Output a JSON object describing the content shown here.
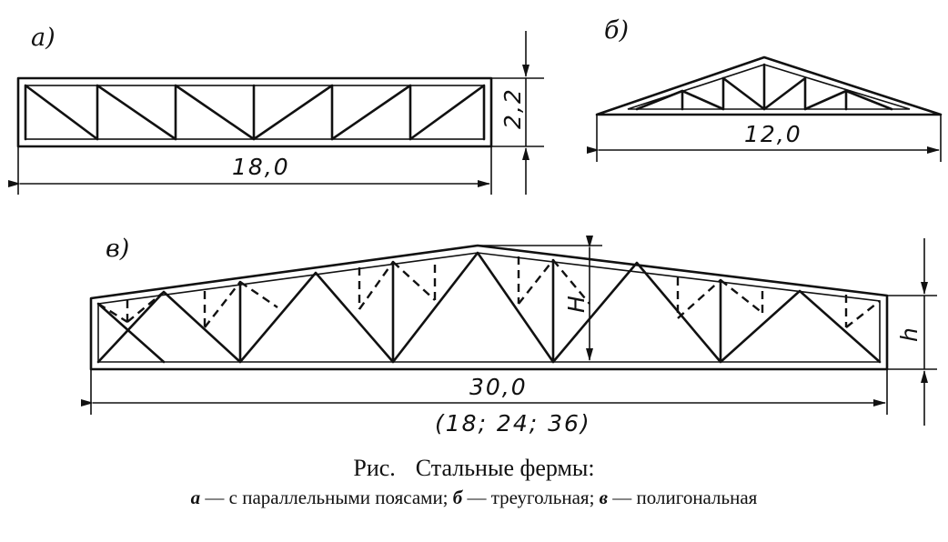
{
  "diagrams": {
    "a": {
      "label": "а)",
      "width_dim": "18,0",
      "height_dim": "2,2"
    },
    "b": {
      "label": "б)",
      "width_dim": "12,0"
    },
    "c": {
      "label": "в)",
      "width_dim": "30,0",
      "width_alt": "(18; 24; 36)",
      "H_label": "H",
      "h_label": "h"
    }
  },
  "caption": {
    "prefix": "Рис.",
    "title": "Стальные фермы:",
    "legend": [
      {
        "key": "а",
        "text": " — с параллельными поясами; "
      },
      {
        "key": "б",
        "text": " — треугольная; "
      },
      {
        "key": "в",
        "text": " — полигональная"
      }
    ]
  }
}
